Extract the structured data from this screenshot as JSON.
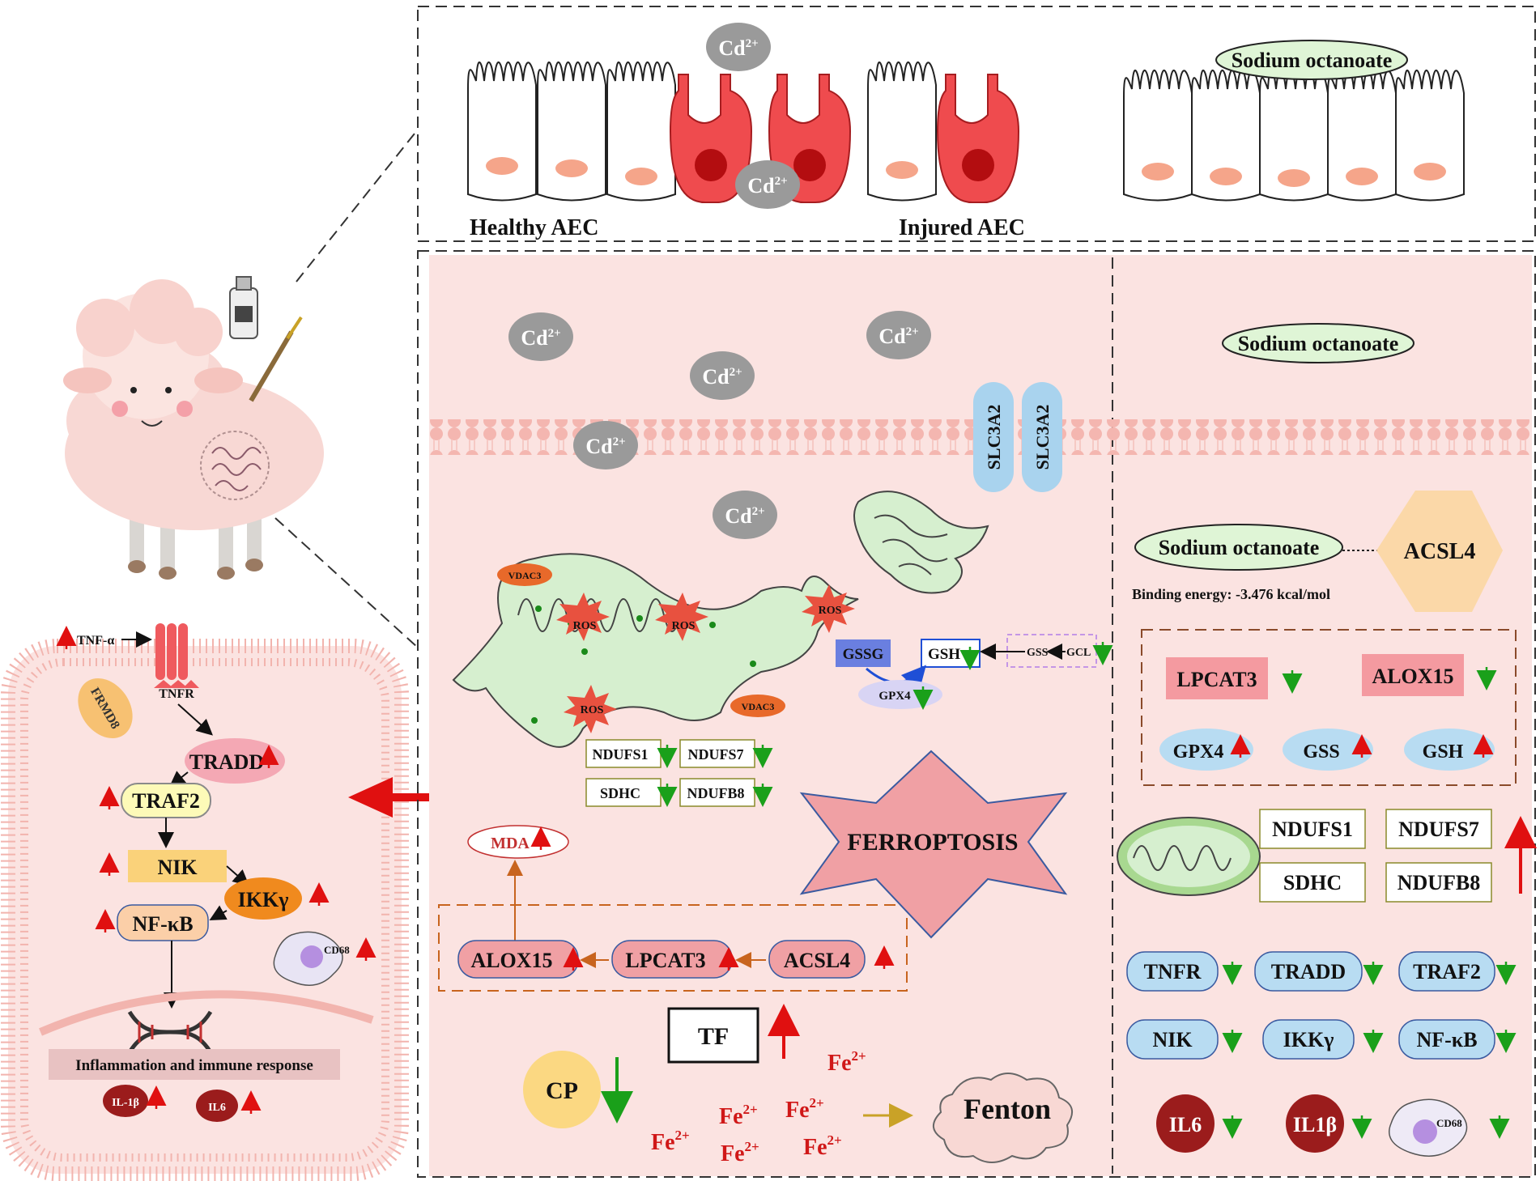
{
  "epithelium": {
    "healthy_label": "Healthy AEC",
    "injured_label": "Injured AEC",
    "cd_ion": "Cd",
    "cd_charge": "2+"
  },
  "treatment": {
    "sodium_octanoate": "Sodium octanoate"
  },
  "membrane": {
    "transporter": "SLC3A2"
  },
  "mito_cell": {
    "vdac3": "VDAC3",
    "ros": "ROS",
    "complex_genes": [
      "NDUFS1",
      "NDUFS7",
      "SDHC",
      "NDUFB8"
    ],
    "gssg": "GSSG",
    "gsh": "GSH",
    "gss": "GSS",
    "gcl": "GCL",
    "gpx4": "GPX4",
    "mda": "MDA",
    "lipid_chain": [
      "ALOX15",
      "LPCAT3",
      "ACSL4"
    ],
    "tf": "TF",
    "cp": "CP",
    "fe_ion": "Fe",
    "fe_charge": "2+",
    "fenton": "Fenton",
    "ferroptosis": "FERROPTOSIS"
  },
  "inflammation": {
    "tnf_alpha": "TNF-α",
    "tnfr": "TNFR",
    "frmd8": "FRMD8",
    "tradd": "TRADD",
    "traf2": "TRAF2",
    "nik": "NIK",
    "ikk": "IKKγ",
    "nfkb": "NF-κB",
    "cd68": "CD68",
    "response": "Inflammation and immune response",
    "il1b": "IL-1β",
    "il6": "IL6"
  },
  "rescue": {
    "acsl4": "ACSL4",
    "binding_energy": "Binding energy: -3.476 kcal/mol",
    "down_genes": [
      "LPCAT3",
      "ALOX15"
    ],
    "up_genes": [
      "GPX4",
      "GSS",
      "GSH"
    ],
    "complex_genes": [
      "NDUFS1",
      "NDUFS7",
      "SDHC",
      "NDUFB8"
    ],
    "pathway_genes": [
      "TNFR",
      "TRADD",
      "TRAF2",
      "NIK",
      "IKKγ",
      "NF-κB"
    ],
    "cytokines": [
      "IL6",
      "IL1β"
    ],
    "cd68": "CD68"
  },
  "colors": {
    "panel_pink": "#fbe3e1",
    "injured_red": "#ef4b4e",
    "cd_gray": "#9a9a9a",
    "so_green": "#dff5d6",
    "slc_blue": "#a9d3ee",
    "mito_green": "#d6efcf",
    "ros_red": "#e8513f",
    "up_red": "#e01010",
    "down_green": "#1aa01a",
    "lipid_pink": "#f0a0a4",
    "pathway_blue": "#b8dcf2",
    "cytokine_red": "#9b1c1c"
  }
}
